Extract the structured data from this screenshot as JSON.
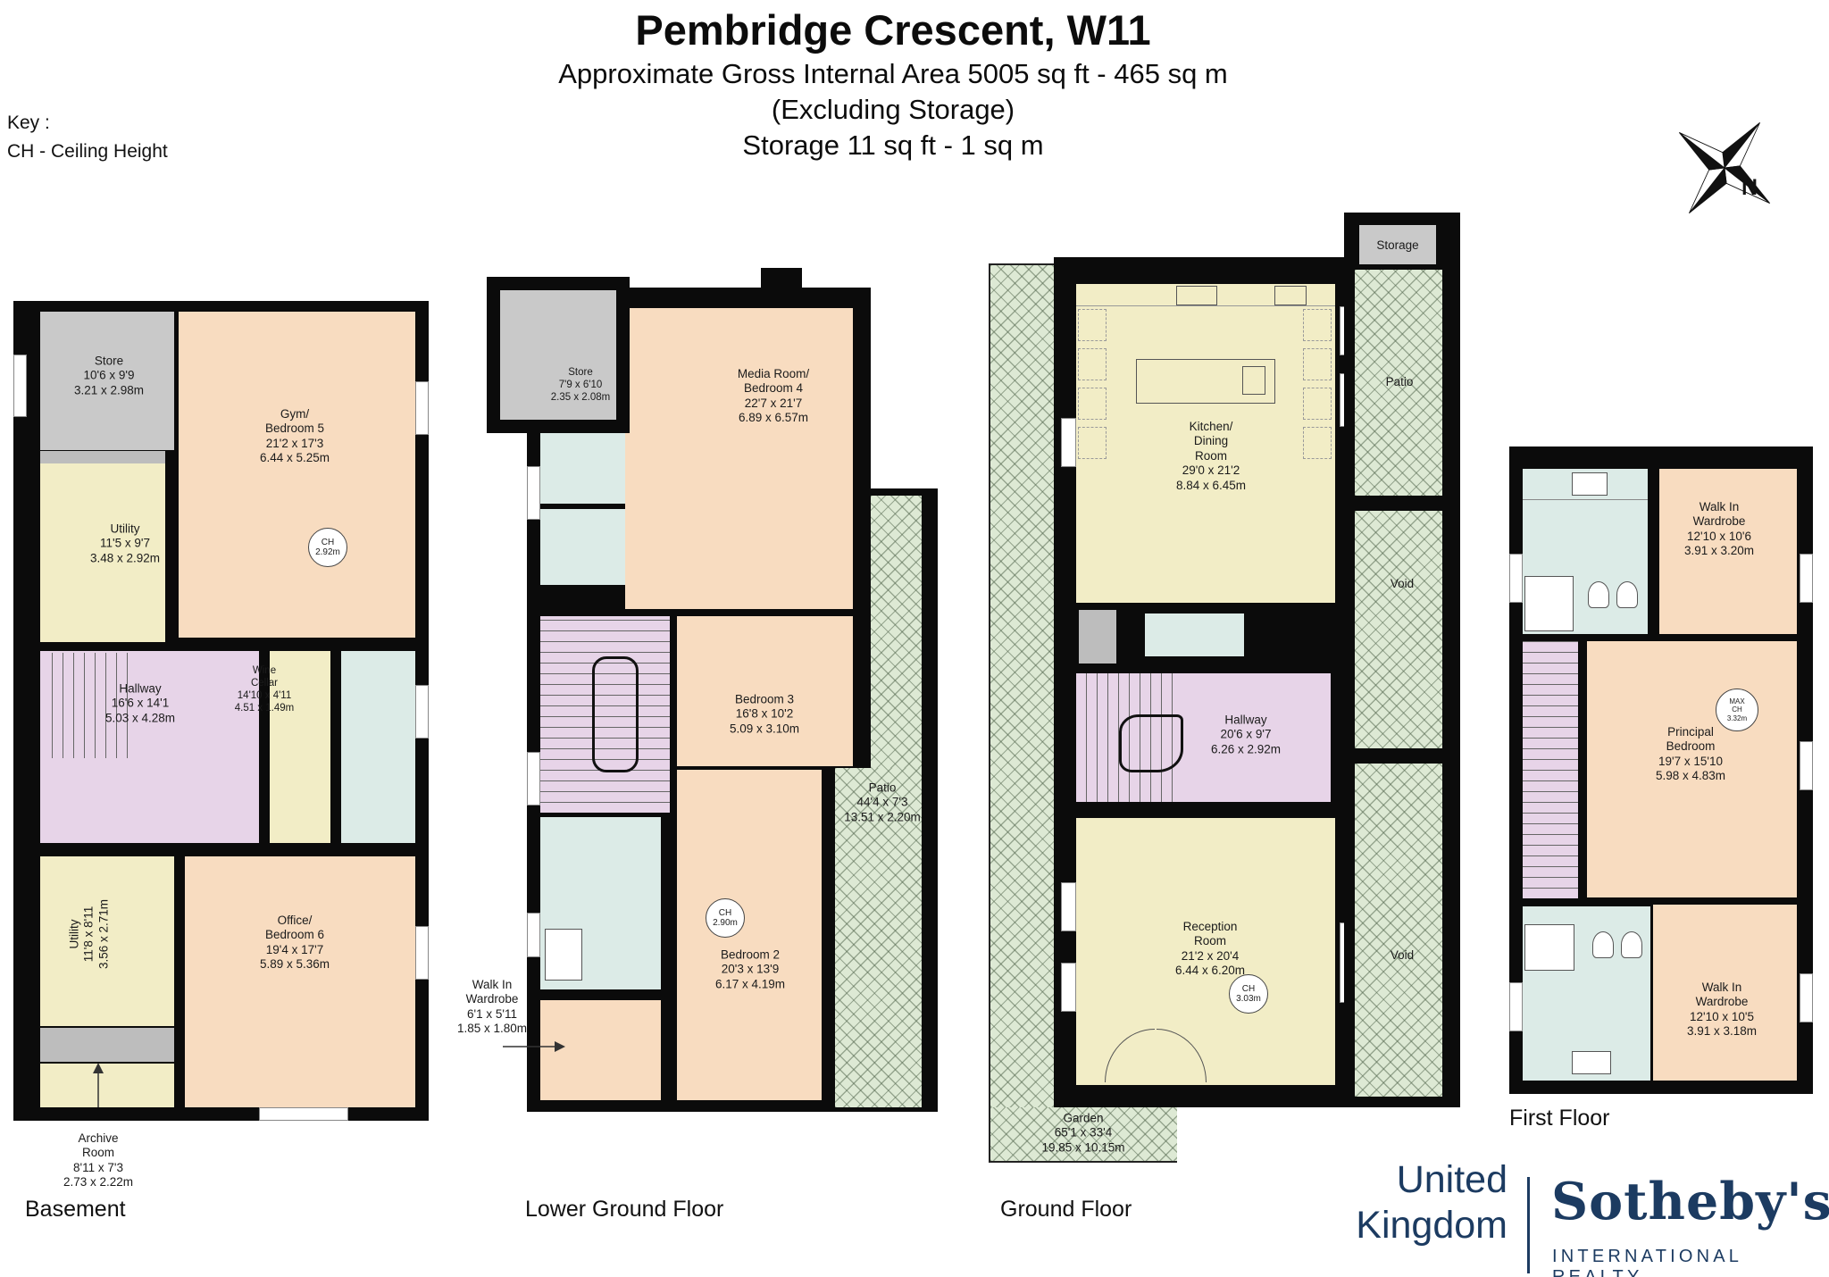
{
  "header": {
    "title": "Pembridge Crescent, W11",
    "subtitle1": "Approximate Gross Internal Area 5005 sq ft - 465 sq m",
    "subtitle2": "(Excluding Storage)",
    "subtitle3": "Storage 11 sq ft - 1 sq m"
  },
  "key": {
    "title": "Key :",
    "ceiling_height": "CH - Ceiling Height"
  },
  "compass": {
    "north": "N"
  },
  "floors": {
    "basement": {
      "label": "Basement",
      "rooms": {
        "store": "Store\n10'6 x 9'9\n3.21 x 2.98m",
        "gym": "Gym/\nBedroom 5\n21'2 x 17'3\n6.44 x 5.25m",
        "utility_upper": "Utility\n11'5 x 9'7\n3.48 x 2.92m",
        "hallway": "Hallway\n16'6 x 14'1\n5.03 x 4.28m",
        "wine_cellar": "Wine\nCellar\n14'10 x 4'11\n4.51 x 1.49m",
        "utility_lower": "Utility\n11'8 x 8'11\n3.56 x 2.71m",
        "office": "Office/\nBedroom 6\n19'4 x 17'7\n5.89 x 5.36m",
        "archive": "Archive\nRoom\n8'11 x 7'3\n2.73 x 2.22m"
      },
      "ceiling_height": "CH\n2.92m"
    },
    "lower_ground": {
      "label": "Lower Ground Floor",
      "rooms": {
        "store": "Store\n7'9 x 6'10\n2.35 x 2.08m",
        "media_room": "Media Room/\nBedroom 4\n22'7 x 21'7\n6.89 x 6.57m",
        "bedroom3": "Bedroom 3\n16'8 x 10'2\n5.09 x 3.10m",
        "patio": "Patio\n44'4 x 7'3\n13.51 x 2.20m",
        "bedroom2": "Bedroom 2\n20'3 x 13'9\n6.17 x 4.19m",
        "walk_in_wardrobe": "Walk In\nWardrobe\n6'1 x 5'11\n1.85 x 1.80m"
      },
      "ceiling_height": "CH\n2.90m"
    },
    "ground": {
      "label": "Ground Floor",
      "rooms": {
        "storage": "Storage",
        "kitchen": "Kitchen/\nDining\nRoom\n29'0 x 21'2\n8.84 x 6.45m",
        "patio": "Patio",
        "void_upper": "Void",
        "hallway": "Hallway\n20'6 x 9'7\n6.26 x 2.92m",
        "void_lower": "Void",
        "reception": "Reception\nRoom\n21'2 x 20'4\n6.44 x 6.20m",
        "garden": "Garden\n65'1 x 33'4\n19.85 x 10.15m"
      },
      "ceiling_height": "CH\n3.03m"
    },
    "first": {
      "label": "First Floor",
      "rooms": {
        "walk_in_wardrobe_top": "Walk In\nWardrobe\n12'10 x 10'6\n3.91 x 3.20m",
        "principal_bedroom": "Principal\nBedroom\n19'7 x 15'10\n5.98 x 4.83m",
        "walk_in_wardrobe_bottom": "Walk In\nWardrobe\n12'10 x 10'5\n3.91 x 3.18m"
      },
      "max_ceiling_height": "MAX\nCH\n3.32m"
    }
  },
  "branding": {
    "region_line1": "United",
    "region_line2": "Kingdom",
    "brand": "Sotheby's",
    "brand_sub": "INTERNATIONAL REALTY"
  },
  "palette": {
    "room_peach": "#f8dcc0",
    "room_cream": "#f2edc6",
    "room_lavender": "#e7d4e8",
    "room_blue": "#dcebe7",
    "room_gray": "#c9c9c9",
    "outdoor_green": "#dde9d4",
    "wall_black": "#0b0b0b",
    "brand_navy": "#1c3b61"
  }
}
